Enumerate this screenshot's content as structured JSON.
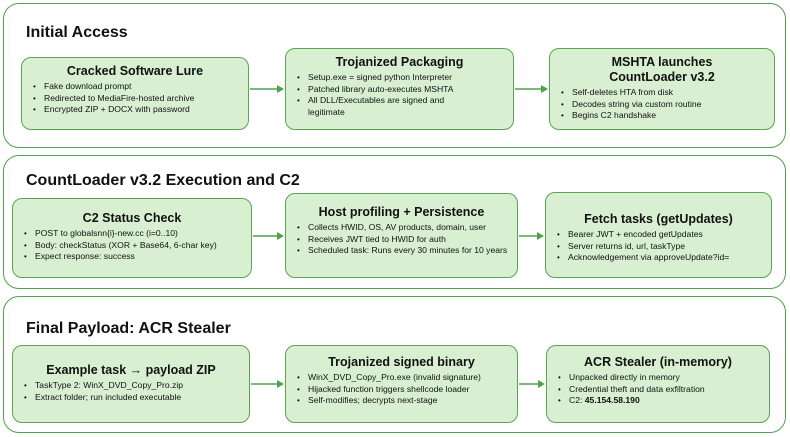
{
  "sections": [
    {
      "title": "Initial Access",
      "cards": [
        {
          "title": "Cracked Software Lure",
          "bullets": [
            "Fake download prompt",
            "Redirected to MediaFire-hosted archive",
            "Encrypted ZIP + DOCX with password"
          ]
        },
        {
          "title": "Trojanized Packaging",
          "bullets": [
            "Setup.exe = signed python Interpreter",
            "Patched library auto-executes MSHTA",
            "All DLL/Executables are signed and legitimate"
          ]
        },
        {
          "title": "MSHTA launches CountLoader v3.2",
          "bullets": [
            "Self-deletes HTA from disk",
            "Decodes string via custom routine",
            "Begins C2 handshake"
          ]
        }
      ]
    },
    {
      "title": "CountLoader v3.2 Execution and C2",
      "cards": [
        {
          "title": "C2 Status Check",
          "bullets": [
            "POST to globalsnn{i}-new.cc (i=0..10)",
            "Body: checkStatus (XOR + Base64, 6-char key)",
            "Expect response: success"
          ]
        },
        {
          "title": "Host profiling + Persistence",
          "bullets": [
            "Collects HWID, OS, AV products, domain, user",
            "Receives JWT tied to HWID for auth",
            "Scheduled task: Runs every 30 minutes for 10 years"
          ]
        },
        {
          "title": "Fetch tasks (getUpdates)",
          "bullets": [
            "Bearer JWT + encoded getUpdates",
            "Server returns id, url, taskType",
            "Acknowledgement via approveUpdate?id="
          ]
        }
      ]
    },
    {
      "title": "Final Payload: ACR Stealer",
      "cards": [
        {
          "title": "Example task → payload ZIP",
          "bullets": [
            "TaskType 2: WinX_DVD_Copy_Pro.zip",
            "Extract folder; run included executable"
          ]
        },
        {
          "title": "Trojanized signed binary",
          "bullets": [
            "WinX_DVD_Copy_Pro.exe (invalid signature)",
            "Hijacked function triggers shellcode loader",
            "Self-modifies; decrypts next-stage"
          ]
        },
        {
          "title": "ACR Stealer (in-memory)",
          "bullets": [
            "Unpacked directly in memory",
            "Credential theft and data exfiltration"
          ],
          "c2_label": "C2: ",
          "c2_value": "45.154.58.190"
        }
      ]
    }
  ],
  "colors": {
    "border": "#4ea24a",
    "card_fill": "#d9efd2",
    "arrow": "#4ea24a"
  }
}
